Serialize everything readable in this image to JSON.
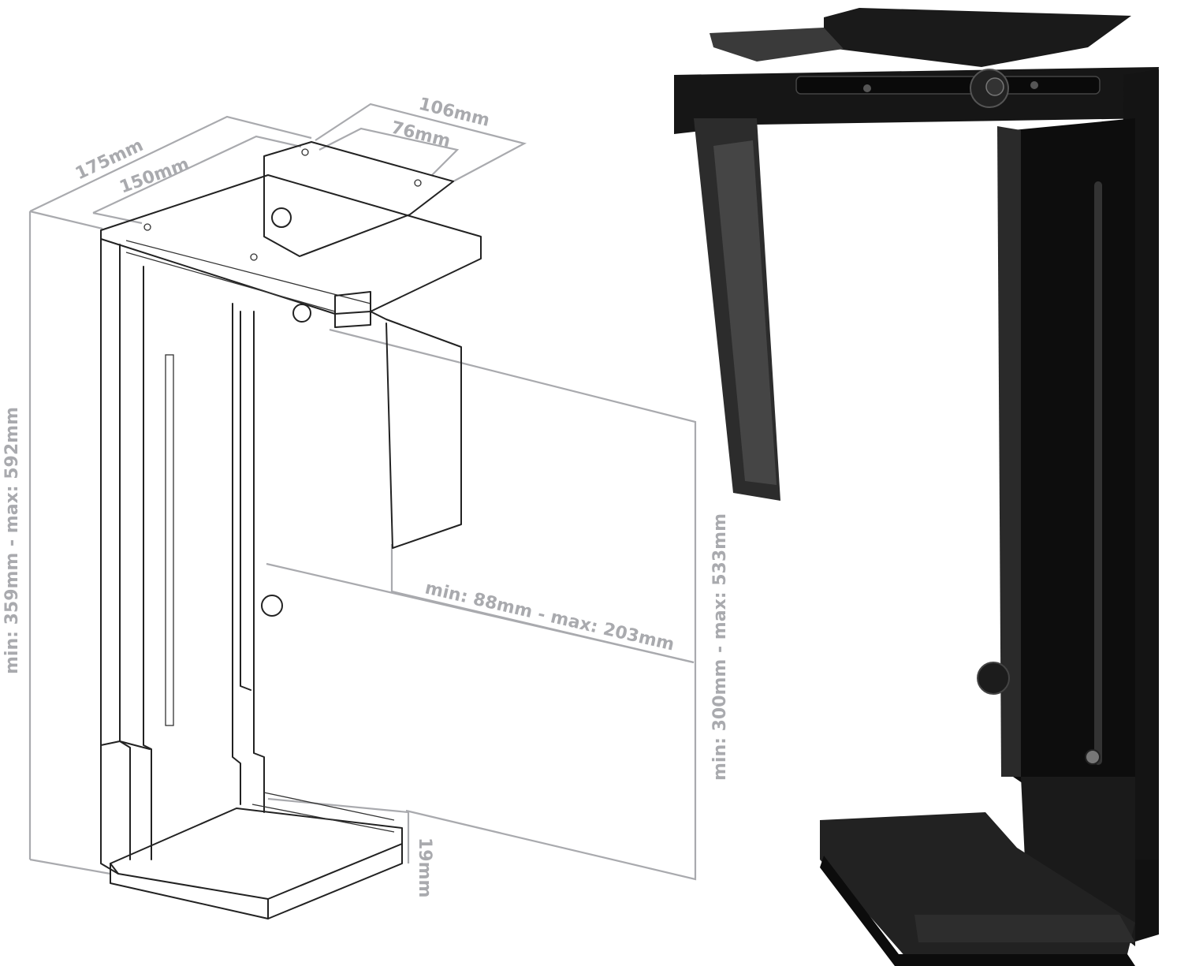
{
  "diagram": {
    "labels": {
      "depth_outer": "175mm",
      "depth_inner": "150mm",
      "top_width_outer": "106mm",
      "top_width_inner": "76mm",
      "height_range": "min: 359mm - max: 592mm",
      "width_range": "min: 88mm - max: 203mm",
      "clamp_height_range": "min: 300mm - max: 533mm",
      "base_lip": "19mm"
    },
    "colors": {
      "dimension_text": "#a9aaae",
      "drawing_line": "#222222",
      "product_black": "#111111"
    }
  }
}
